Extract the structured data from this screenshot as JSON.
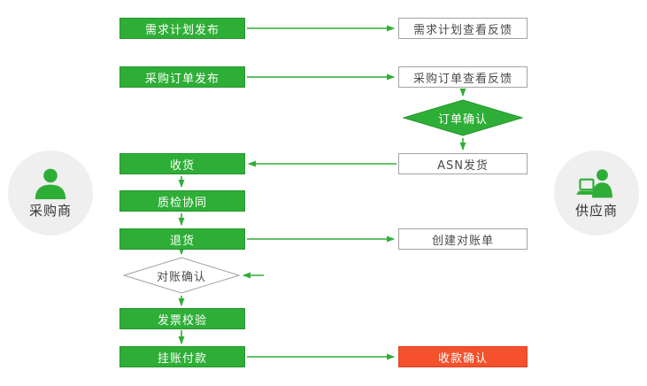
{
  "actors": {
    "buyer": {
      "label": "采购商"
    },
    "supplier": {
      "label": "供应商"
    }
  },
  "nodes": {
    "demand_plan_publish": {
      "label": "需求计划发布"
    },
    "demand_plan_feedback": {
      "label": "需求计划查看反馈"
    },
    "purchase_order_publish": {
      "label": "采购订单发布"
    },
    "purchase_order_feedback": {
      "label": "采购订单查看反馈"
    },
    "order_confirm": {
      "label": "订单确认"
    },
    "receive_goods": {
      "label": "收货"
    },
    "asn_ship": {
      "label": "ASN发货"
    },
    "quality_check": {
      "label": "质检协同"
    },
    "return_goods": {
      "label": "退货"
    },
    "create_statement": {
      "label": "创建对账单"
    },
    "reconcile_confirm": {
      "label": "对账确认"
    },
    "invoice_verify": {
      "label": "发票校验"
    },
    "payment": {
      "label": "挂账付款"
    },
    "payment_confirm": {
      "label": "收款确认"
    }
  },
  "colors": {
    "process_green": "#2eae36",
    "alert_red": "#f4512c",
    "plain_box_border": "#a3a3a3",
    "text_dark": "#4a4a4a",
    "actor_circle_bg": "#efefef"
  }
}
